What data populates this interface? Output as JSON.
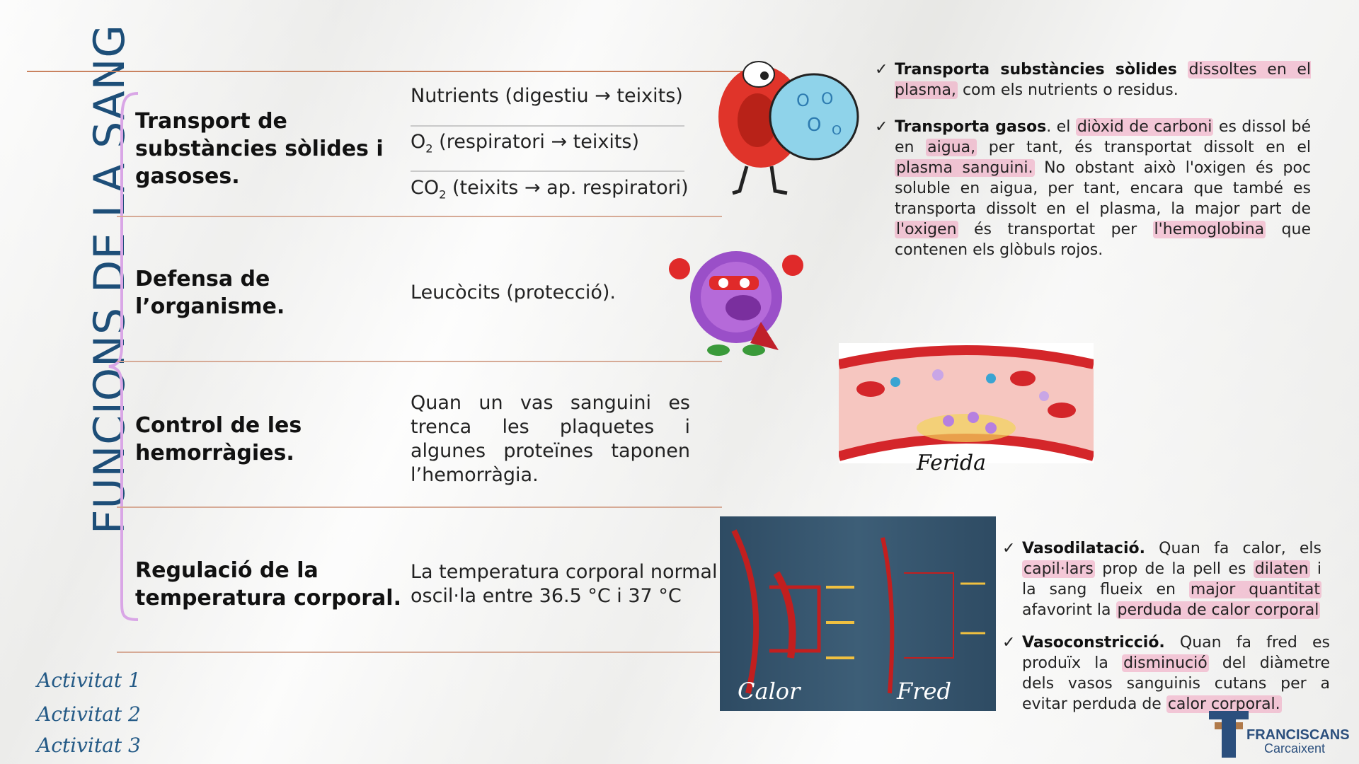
{
  "title": "FUNCIONS DE LA SANG",
  "functions": [
    {
      "label_lines": [
        "Transport de",
        "substàncies sòlides i",
        "gasoses."
      ]
    },
    {
      "label_lines": [
        "Defensa de",
        "l’organisme."
      ]
    },
    {
      "label_lines": [
        "Control de les",
        "hemorràgies."
      ]
    },
    {
      "label_lines": [
        "Regulació de la",
        "temperatura corporal."
      ]
    }
  ],
  "transport_items": {
    "nutrients": "Nutrients (digestiu → teixits)",
    "o2_prefix": "O",
    "o2_sub": "2",
    "o2_rest": " (respiratori → teixits)",
    "co2_prefix": "CO",
    "co2_sub": "2",
    "co2_rest": " (teixits → ap. respiratori)"
  },
  "defense_text": "Leucòcits (protecció).",
  "hemorrhage_text": "Quan un vas sanguini es trenca les plaquetes i algunes proteïnes taponen l’hemorràgia.",
  "temperature_lines": [
    "La temperatura corporal normal",
    "oscil·la entre 36.5 °C i 37 °C"
  ],
  "notes_transport": {
    "item1": {
      "bold": "Transporta substàncies sòlides",
      "hl1": "dissoltes en el plasma,",
      "rest": "com els nutrients o residus."
    },
    "item2": {
      "bold": "Transporta gasos",
      "t1": ". el ",
      "hl1": "diòxid de carboni",
      "t2": " es dissol bé en ",
      "hl2": "aigua,",
      "t3": " per tant, és transportat dissolt en el ",
      "hl3": "plasma sanguini.",
      "t4": " No obstant això l'oxigen és poc soluble en aigua, per tant, encara que també es transporta dissolt en el plasma, la major part de ",
      "hl4": "l'oxigen",
      "t5": " és transportat per ",
      "hl5": "l'hemoglobina",
      "t6": " que contenen els glòbuls rojos."
    }
  },
  "wound_caption": "Ferida",
  "thermo_labels": {
    "hot": "Calor",
    "cold": "Fred"
  },
  "notes_temp": {
    "item1": {
      "bold": "Vasodilatació.",
      "t1": " Quan fa calor, els ",
      "hl1": "capil·lars",
      "t2": " prop de la pell es ",
      "hl2": "dilaten",
      "t3": " i la sang flueix en ",
      "hl3": "major quantitat",
      "t4": " afavorint la ",
      "hl4": "perduda de calor corporal"
    },
    "item2": {
      "bold": "Vasoconstricció.",
      "t1": " Quan fa fred es produïx la ",
      "hl1": "disminució",
      "t2": " del diàmetre dels vasos sanguinis cutans per a evitar perduda de ",
      "hl2": "calor corporal."
    }
  },
  "activities": [
    "Activitat 1",
    "Activitat 2",
    "Activitat 3"
  ],
  "logo": {
    "name": "FRANCISCANS",
    "place": "Carcaixent"
  },
  "colors": {
    "title_blue": "#1d4e78",
    "highlight_pink": "#f0a0be",
    "brace_purple": "#d9a6e6",
    "rule_orange": "#c9825f"
  }
}
